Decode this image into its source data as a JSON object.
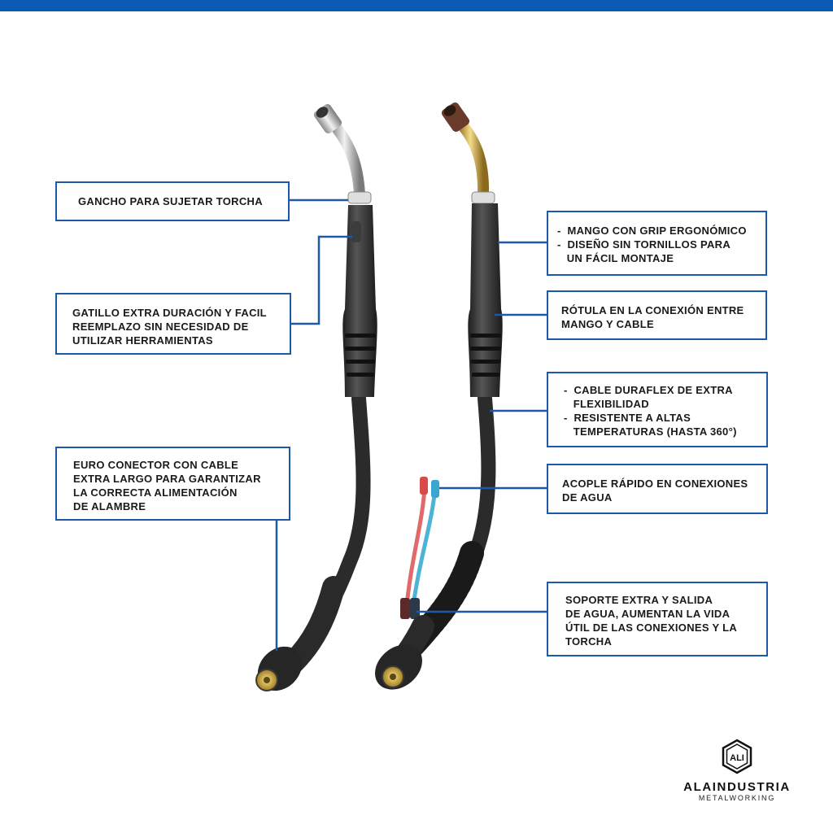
{
  "colors": {
    "top_bar": "#0b5bb5",
    "callout_border": "#1e59a8",
    "cable": "#2b2b2b",
    "red_hose": "#e06a6a",
    "blue_hose": "#4fb3d6"
  },
  "callouts": {
    "gancho": {
      "lines": [
        "GANCHO PARA SUJETAR TORCHA"
      ]
    },
    "gatillo": {
      "lines": [
        "GATILLO EXTRA DURACIÓN Y FACIL",
        "REEMPLAZO SIN NECESIDAD DE",
        "UTILIZAR HERRAMIENTAS"
      ]
    },
    "euro": {
      "lines": [
        "EURO CONECTOR CON CABLE",
        "EXTRA LARGO PARA GARANTIZAR",
        "LA CORRECTA ALIMENTACIÓN",
        "DE ALAMBRE"
      ]
    },
    "mango": {
      "lines": [
        "-  MANGO CON GRIP ERGONÓMICO",
        "-  DISEÑO SIN TORNILLOS PARA",
        "   UN FÁCIL MONTAJE"
      ]
    },
    "rotula": {
      "lines": [
        "RÓTULA EN LA CONEXIÓN ENTRE",
        "MANGO Y CABLE"
      ]
    },
    "cable": {
      "lines": [
        "-  CABLE DURAFLEX DE EXTRA",
        "   FLEXIBILIDAD",
        "-  RESISTENTE A ALTAS",
        "   TEMPERATURAS (HASTA 360°)"
      ]
    },
    "acople": {
      "lines": [
        "ACOPLE RÁPIDO EN CONEXIONES",
        "DE AGUA"
      ]
    },
    "soporte": {
      "lines": [
        "SOPORTE EXTRA Y SALIDA",
        "DE AGUA, AUMENTAN LA VIDA",
        "ÚTIL DE LAS CONEXIONES Y LA",
        "TORCHA"
      ]
    }
  },
  "brand": {
    "logo_monogram": "ALI",
    "name": "ALAINDUSTRIA",
    "tagline": "METALWORKING"
  }
}
